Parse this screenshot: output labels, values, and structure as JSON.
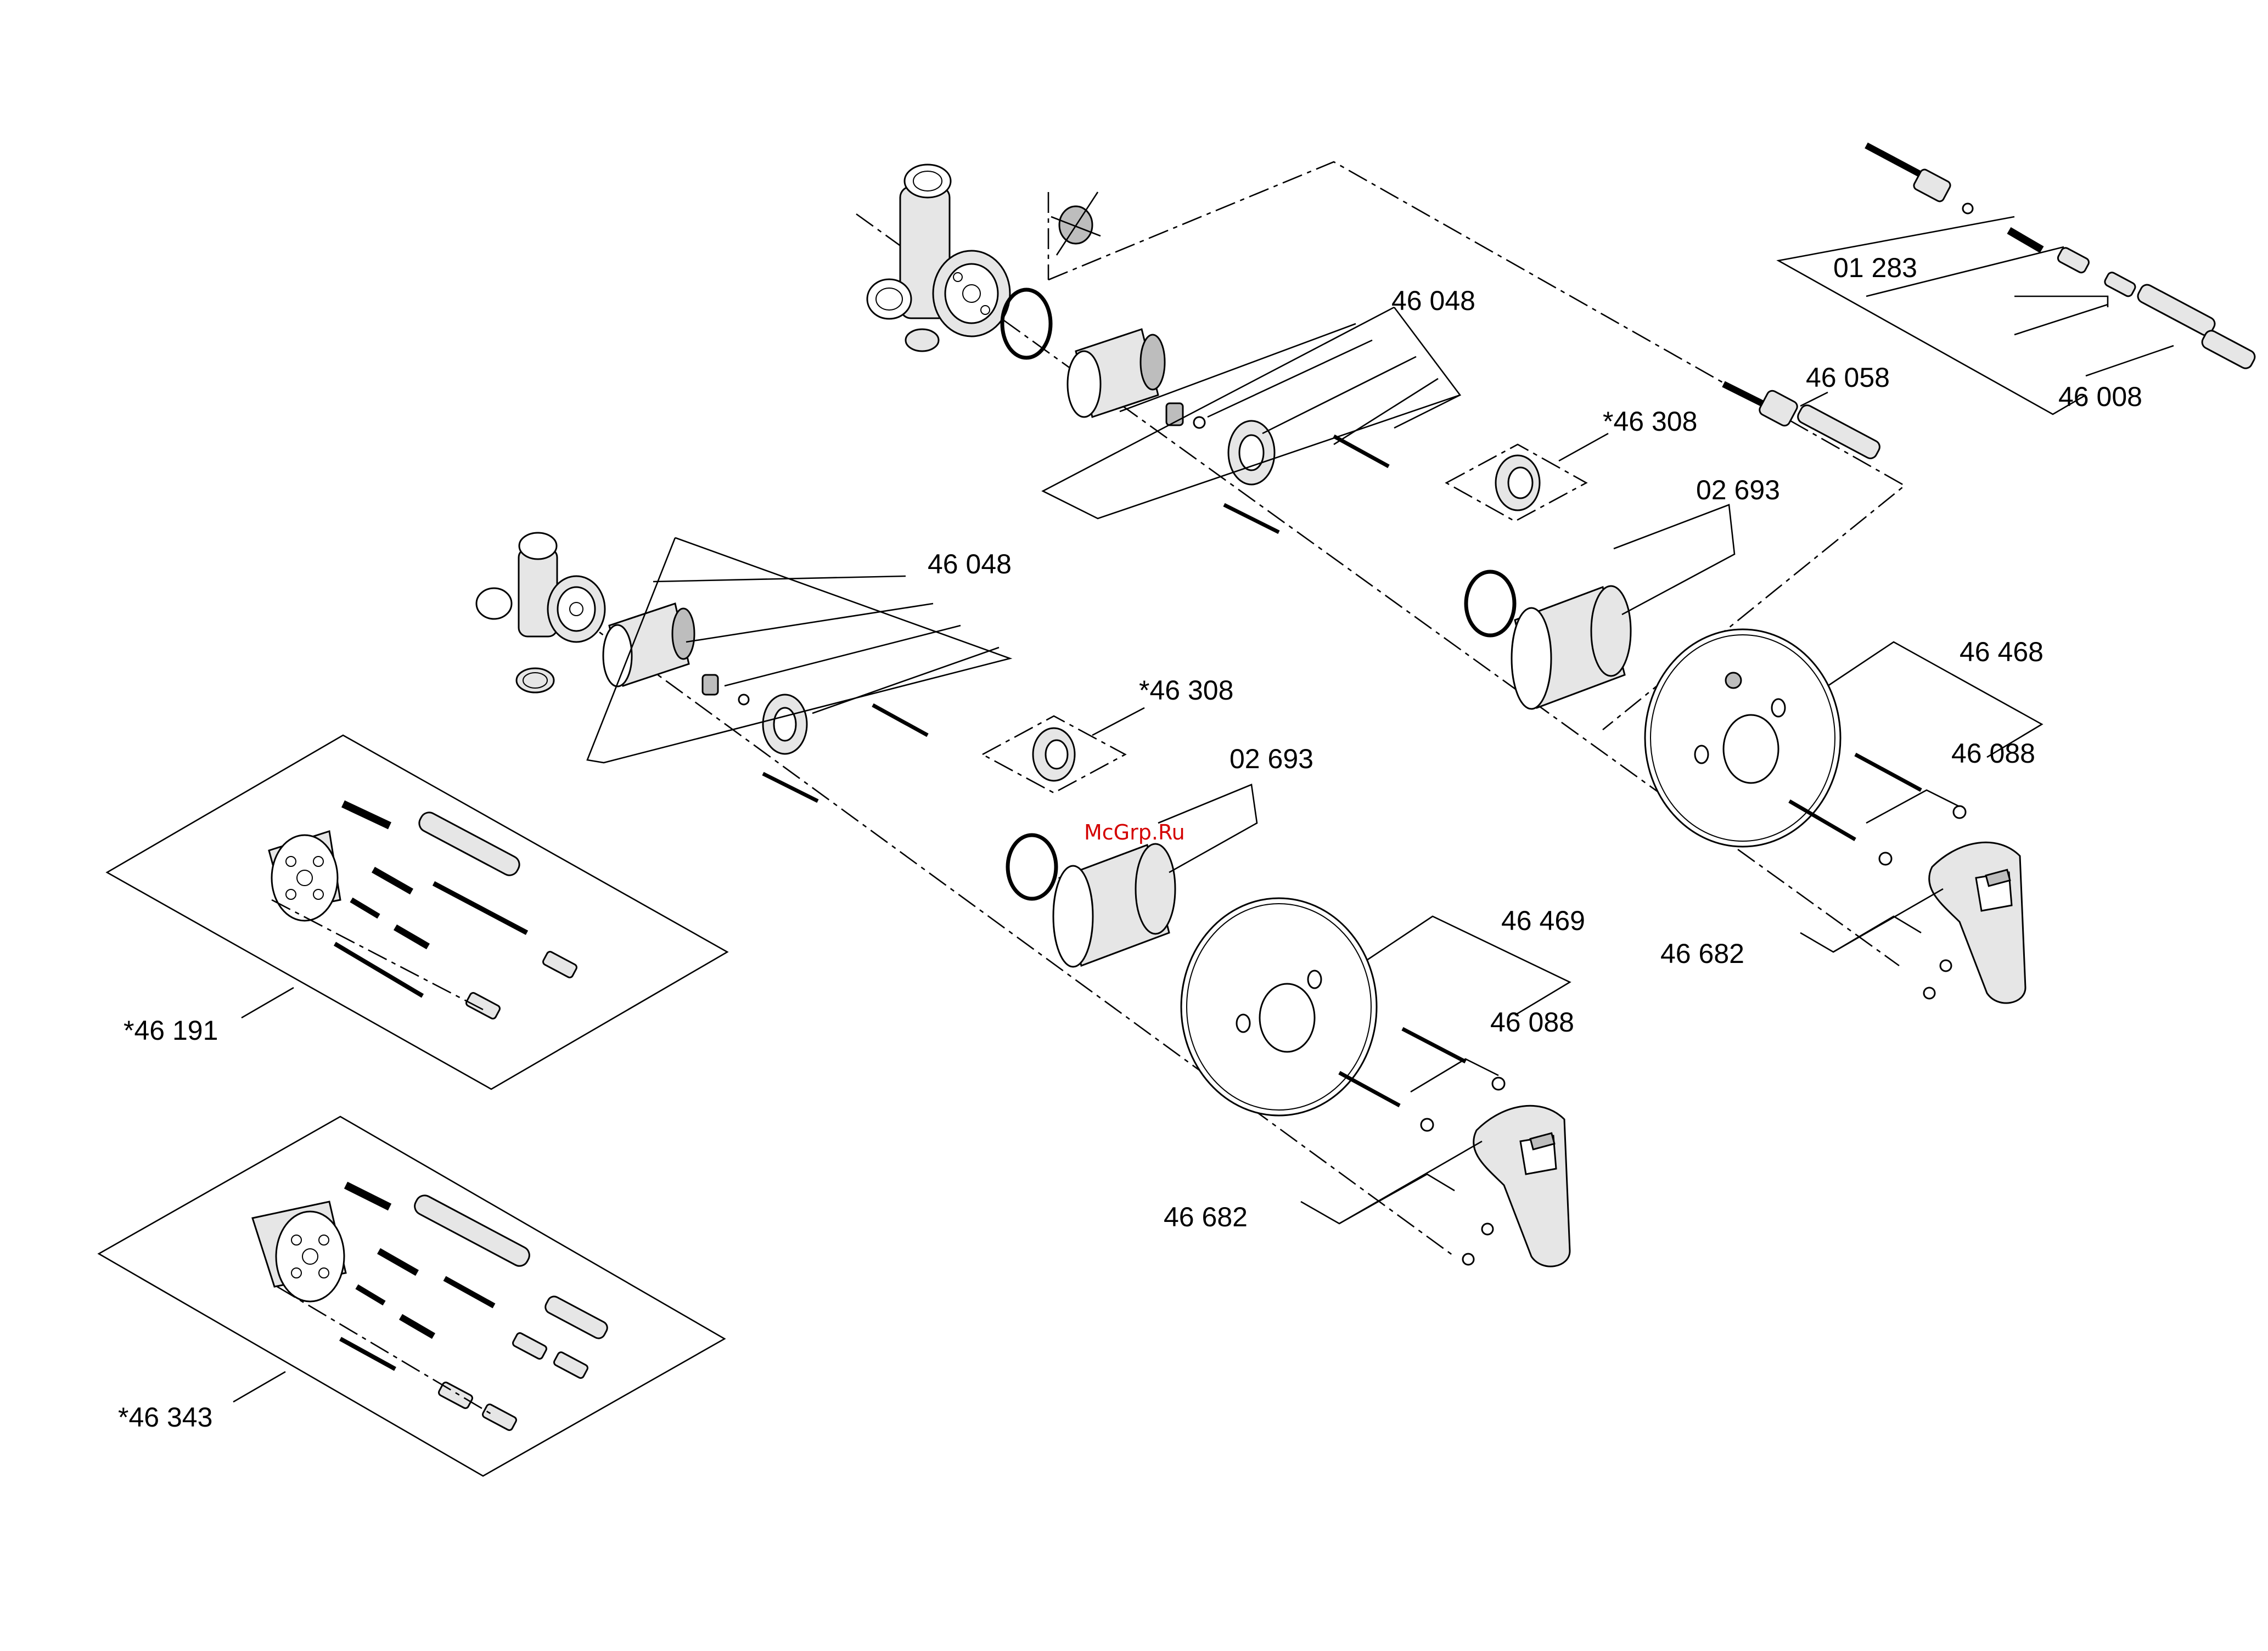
{
  "labels": {
    "upper_cartridge": "46 048",
    "lower_cartridge": "46 048",
    "upper_stop_kit": "*46 308",
    "lower_stop_kit": "*46 308",
    "upper_sleeve": "02 693",
    "lower_sleeve": "02 693",
    "spindle_kit": "01 283",
    "spindle_extension": "46 058",
    "extension_set": "46 008",
    "upper_trim_plate": "46 468",
    "lower_trim_plate": "46 469",
    "upper_screw_set": "46 088",
    "lower_screw_set": "46 088",
    "upper_lever": "46 682",
    "lower_lever": "46 682",
    "upgrade_kit_a": "*46 191",
    "upgrade_kit_b": "*46 343"
  },
  "watermark": "McGrp.Ru",
  "colors": {
    "line": "#000000",
    "watermark": "#d40000",
    "background": "#ffffff"
  }
}
